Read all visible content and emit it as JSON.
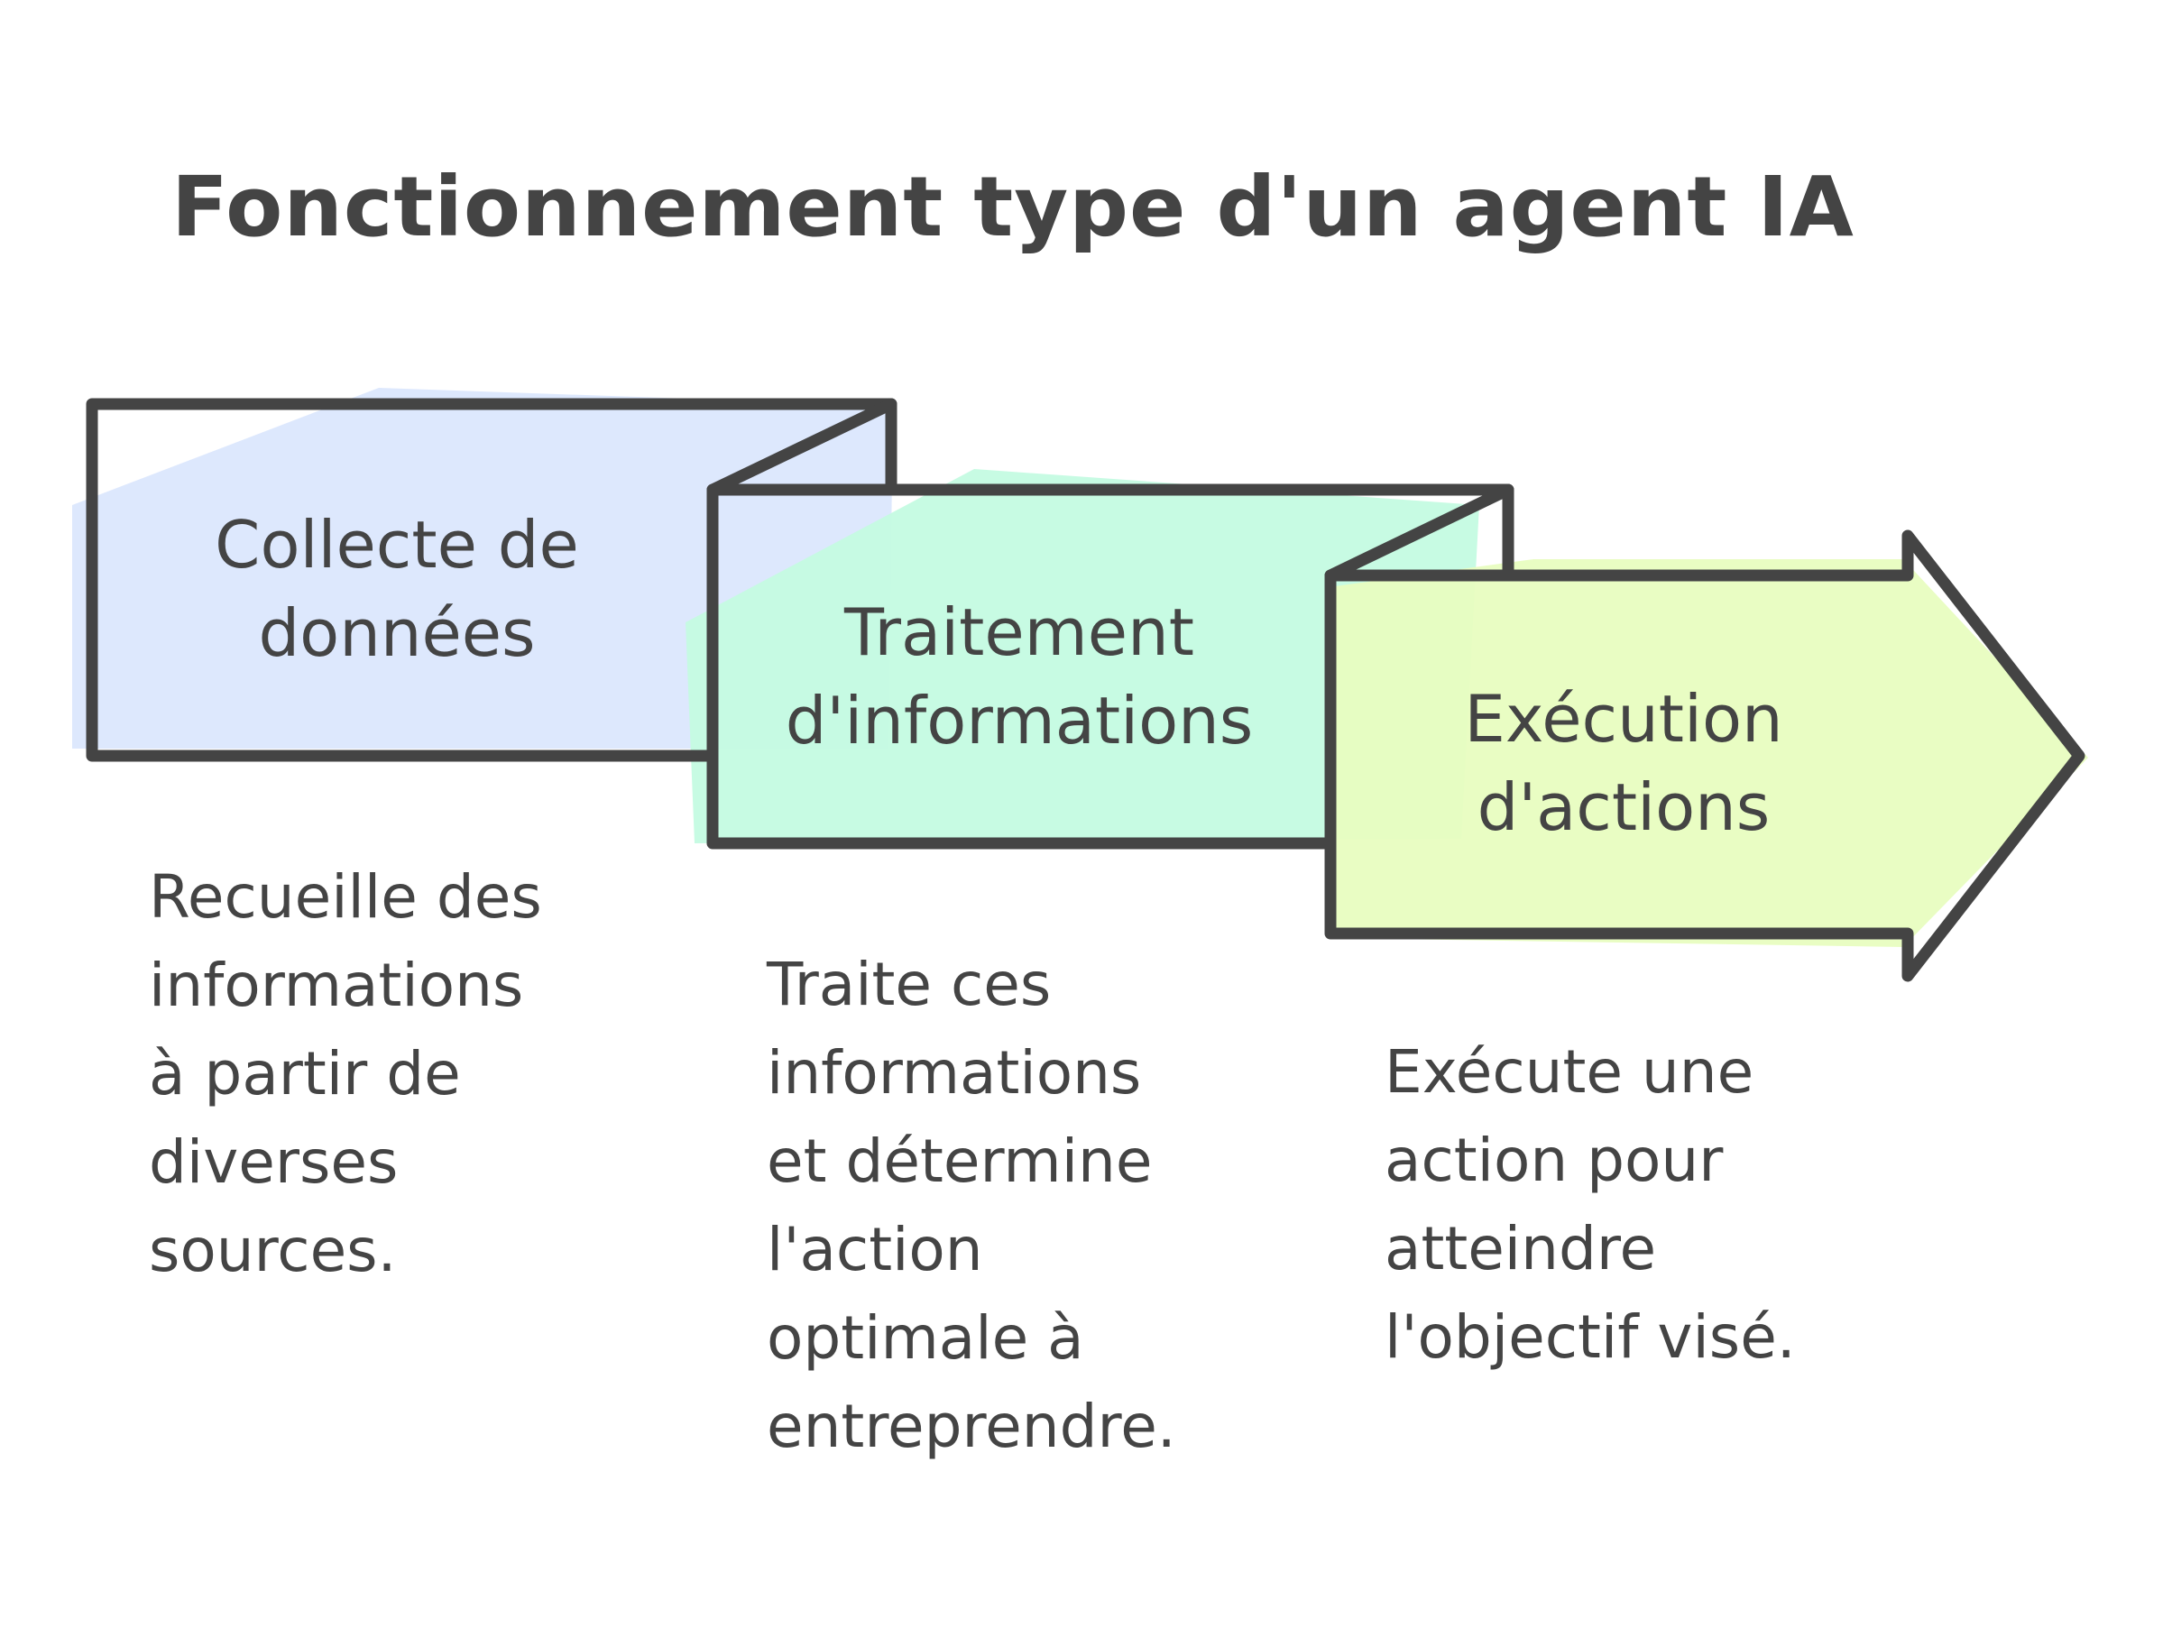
{
  "title": "Fonctionnement type d'un agent IA",
  "colors": {
    "stroke": "#444444",
    "step1_fill": "#dbe7fd",
    "step2_fill": "#c4fbe2",
    "step3_fill": "#e8fdc0"
  },
  "steps": [
    {
      "label_lines": [
        "Collecte de",
        "données"
      ],
      "description_lines": [
        "Recueille des",
        "informations",
        "à partir de",
        "diverses",
        "sources."
      ]
    },
    {
      "label_lines": [
        "Traitement",
        "d'informations"
      ],
      "description_lines": [
        "Traite ces",
        "informations",
        "et détermine",
        "l'action",
        "optimale à",
        "entreprendre."
      ]
    },
    {
      "label_lines": [
        "Exécution",
        "d'actions"
      ],
      "description_lines": [
        "Exécute une",
        "action pour",
        "atteindre",
        "l'objectif visé."
      ]
    }
  ]
}
